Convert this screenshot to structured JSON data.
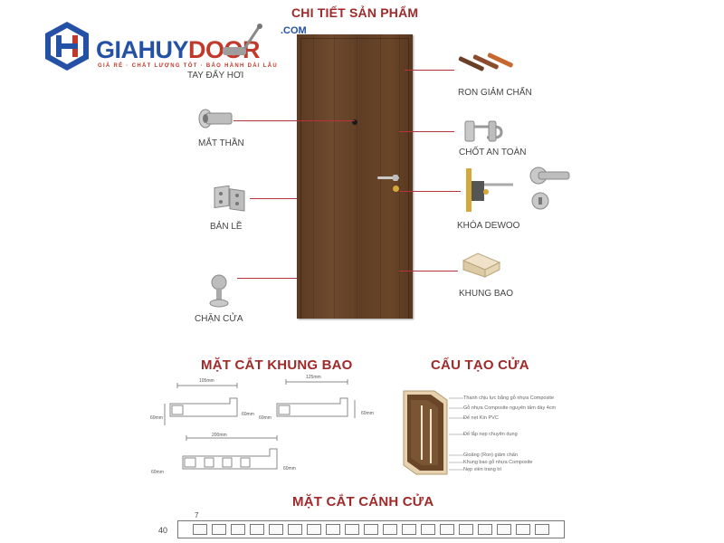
{
  "logo": {
    "brand_left": "GIAHUY",
    "brand_right": "DOOR",
    "domain": ".COM",
    "slogan": "GIÁ RẺ · CHẤT LƯỢNG TỐT · BẢO HÀNH DÀI LÂU"
  },
  "header": {
    "title": "CHI TIẾT SẢN PHẨM"
  },
  "parts_left": [
    {
      "label": "TAY ĐẨY HƠI"
    },
    {
      "label": "MẮT THẦN"
    },
    {
      "label": "BẢN LỀ"
    },
    {
      "label": "CHẶN CỬA"
    }
  ],
  "parts_right": [
    {
      "label": "RON GIẢM CHẤN"
    },
    {
      "label": "CHỐT AN TOÀN"
    },
    {
      "label": "KHÓA DEWOO"
    },
    {
      "label": "KHUNG BAO"
    }
  ],
  "frame_section": {
    "title": "MẶT CẮT KHUNG BAO",
    "dims": [
      "105mm",
      "60mm",
      "60mm",
      "125mm",
      "60mm",
      "60mm",
      "200mm",
      "60mm",
      "60mm"
    ]
  },
  "structure_section": {
    "title": "CẤU TẠO CỬA",
    "notes": [
      "Thanh chịu lực bằng gỗ nhựa Composite",
      "Gỗ nhựa Composite nguyên tấm dày 4cm",
      "Đế nẹt Kín PVC",
      "Đế lắp nẹp chuyên dụng",
      "Gioăng (Ron) giảm chấn",
      "Khung bao gỗ nhựa Composite",
      "Nẹp viền trang trí"
    ]
  },
  "leaf_section": {
    "title": "MẶT CẮT CÁNH CỬA",
    "left_value": "40",
    "top_value": "7"
  },
  "colors": {
    "accent_red": "#a02a2a",
    "brand_blue": "#2451a6",
    "brand_red": "#c0392b",
    "door_brown": "#5f3e25"
  }
}
